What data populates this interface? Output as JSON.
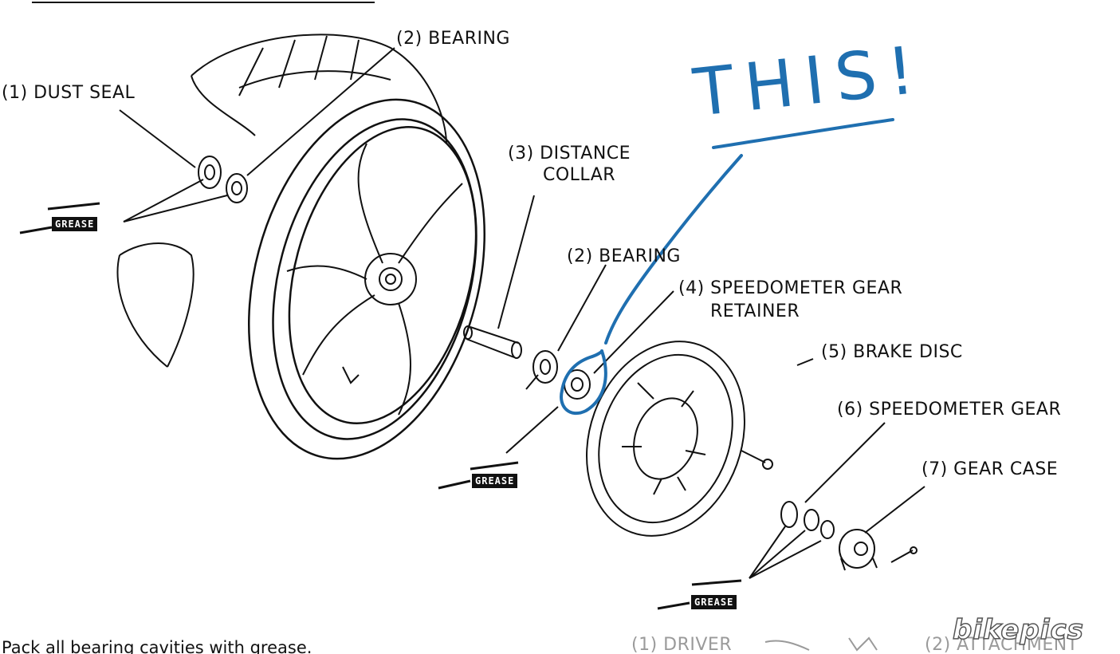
{
  "labels": {
    "dust_seal": "(1) DUST SEAL",
    "bearing_top": "(2) BEARING",
    "distance_collar_1": "(3) DISTANCE",
    "distance_collar_2": "COLLAR",
    "bearing_mid": "(2) BEARING",
    "speedo_retainer_1": "(4) SPEEDOMETER GEAR",
    "speedo_retainer_2": "RETAINER",
    "brake_disc": "(5) BRAKE DISC",
    "speedo_gear": "(6) SPEEDOMETER GEAR",
    "gear_case": "(7) GEAR CASE",
    "driver": "(1) DRIVER",
    "attachment": "(2) ATTACHMENT"
  },
  "grease_tags": [
    "GREASE",
    "GREASE",
    "GREASE"
  ],
  "annotation": {
    "text": "THIS!",
    "color": "#1f6fb0"
  },
  "body_text": "Pack all bearing cavities with grease.",
  "watermark": "bikepics",
  "colors": {
    "ink": "#111111",
    "annotation": "#1f6fb0",
    "faded": "#9a9a9a"
  }
}
